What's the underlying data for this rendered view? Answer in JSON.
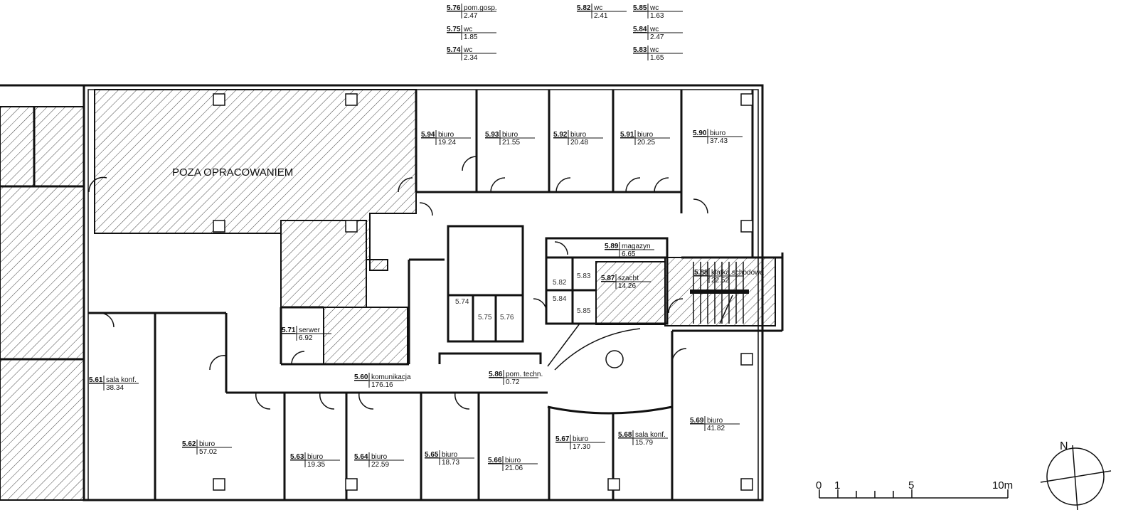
{
  "plan": {
    "out_of_scope_label": "POZA OPRACOWANIEM",
    "rooms": [
      {
        "number": "5.94",
        "name": "biuro",
        "area": "19.24"
      },
      {
        "number": "5.93",
        "name": "biuro",
        "area": "21.55"
      },
      {
        "number": "5.92",
        "name": "biuro",
        "area": "20.48"
      },
      {
        "number": "5.91",
        "name": "biuro",
        "area": "20.25"
      },
      {
        "number": "5.90",
        "name": "biuro",
        "area": "37.43"
      },
      {
        "number": "5.89",
        "name": "magazyn",
        "area": "6.65"
      },
      {
        "number": "5.88",
        "name": "klatka schodowa",
        "area": "22.52"
      },
      {
        "number": "5.87",
        "name": "szacht",
        "area": "14.26"
      },
      {
        "number": "5.71",
        "name": "serwer",
        "area": "6.92"
      },
      {
        "number": "5.60",
        "name": "komunikacja",
        "area": "176.16"
      },
      {
        "number": "5.86",
        "name": "pom. techn.",
        "area": "0.72"
      },
      {
        "number": "5.61",
        "name": "sala konf.",
        "area": "38.34"
      },
      {
        "number": "5.62",
        "name": "biuro",
        "area": "57.02"
      },
      {
        "number": "5.63",
        "name": "biuro",
        "area": "19.35"
      },
      {
        "number": "5.64",
        "name": "biuro",
        "area": "22.59"
      },
      {
        "number": "5.65",
        "name": "biuro",
        "area": "18.73"
      },
      {
        "number": "5.66",
        "name": "biuro",
        "area": "21.06"
      },
      {
        "number": "5.67",
        "name": "biuro",
        "area": "17.30"
      },
      {
        "number": "5.68",
        "name": "sala konf.",
        "area": "15.79"
      },
      {
        "number": "5.69",
        "name": "biuro",
        "area": "41.82"
      }
    ],
    "small_room_numbers": [
      "5.83",
      "5.82",
      "5.84",
      "5.85",
      "5.74",
      "5.75",
      "5.76"
    ],
    "legend_rooms": [
      {
        "number": "5.76",
        "name": "pom.gosp.",
        "area": "2.47"
      },
      {
        "number": "5.75",
        "name": "wc",
        "area": "1.85"
      },
      {
        "number": "5.74",
        "name": "wc",
        "area": "2.34"
      },
      {
        "number": "5.82",
        "name": "wc",
        "area": "2.41"
      },
      {
        "number": "5.85",
        "name": "wc",
        "area": "1.63"
      },
      {
        "number": "5.84",
        "name": "wc",
        "area": "2.47"
      },
      {
        "number": "5.83",
        "name": "wc",
        "area": "1.65"
      }
    ]
  },
  "scale_bar": {
    "labels": [
      "0",
      "1",
      "5",
      "10m"
    ]
  },
  "compass": {
    "label": "N"
  }
}
